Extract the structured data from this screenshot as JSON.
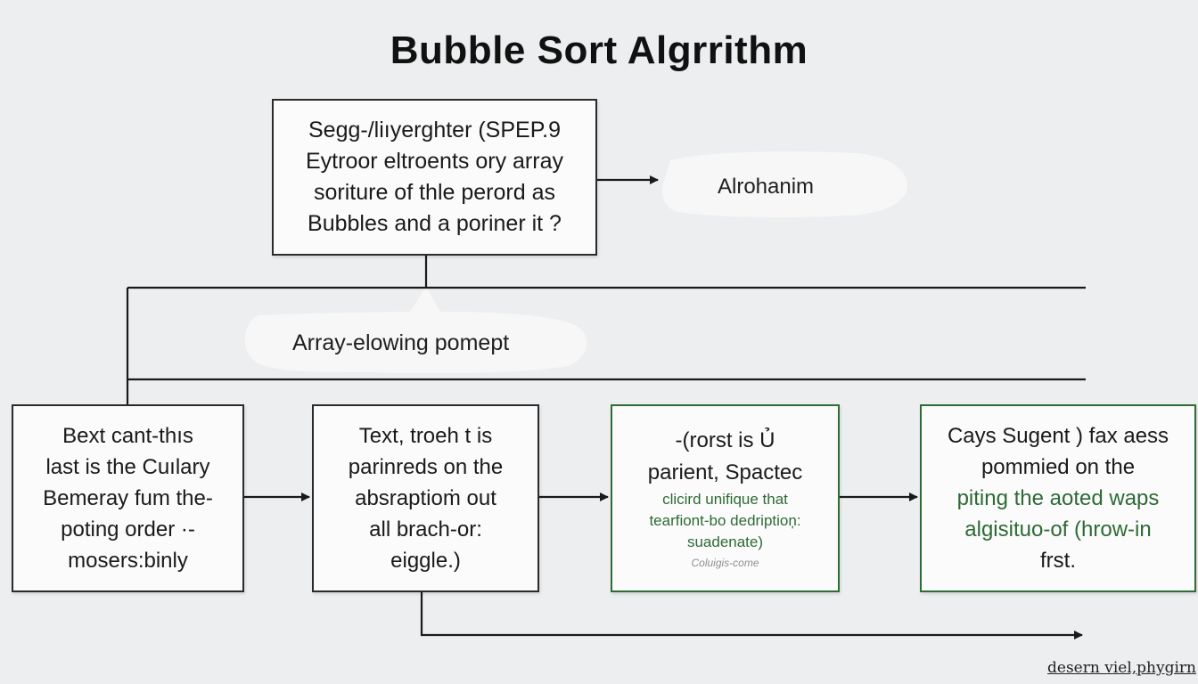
{
  "title": "Bubble Sort Algrrithm",
  "top_box": {
    "lines": [
      "Segg-/liıyerghter (SPEP.9",
      "Eytroor eltroents ory array",
      "soriture of thle perord as",
      "Bubbles and a poriner it ?"
    ]
  },
  "cloud_right": {
    "label": "Alrohanim"
  },
  "cloud_middle": {
    "label": "Array-elowing pomept"
  },
  "boxes": [
    {
      "lines": [
        "Bext cant-thıs",
        "last is the Cuılary",
        "Bemeray fum the-",
        "poting order ·-",
        "mosers:binly"
      ]
    },
    {
      "lines": [
        "Text, troeh t is",
        "parinreds on the",
        "absraptioṁ out",
        "all brach-or:",
        "eiggle.)"
      ]
    },
    {
      "big_lines": [
        "-(rorst is Ủ",
        "parient,  Spactec"
      ],
      "small_lines": [
        "clicird unifique that",
        "tearfiont-bo dedriptioņ:",
        "suadenate)"
      ],
      "tiny": "Coluigis-come"
    },
    {
      "lines": [
        "Cays Sugent ) fax aess",
        "pommied on the"
      ],
      "green_lines": [
        "piting the aoted waps",
        "algisituo-of (hrow-in",
        "frst."
      ]
    }
  ],
  "watermark": "desern viel,phygirn",
  "colors": {
    "background": "#eceeef",
    "box_border": "#2b2b2b",
    "green_accent": "#2f6b36",
    "cloud": "#f7f7f7"
  }
}
